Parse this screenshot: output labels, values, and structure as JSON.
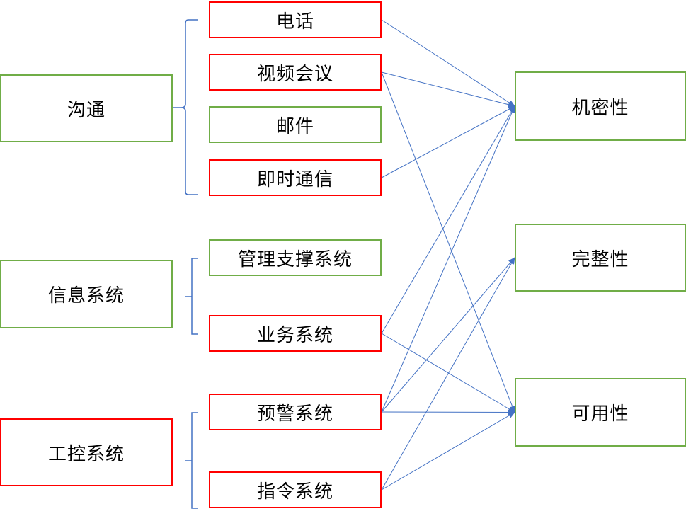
{
  "colors": {
    "ok_border": "#70ad47",
    "risk_border": "#ff0000",
    "connector": "#4472c4"
  },
  "categories": [
    {
      "id": "comm",
      "label": "沟通",
      "status": "ok"
    },
    {
      "id": "info",
      "label": "信息系统",
      "status": "ok"
    },
    {
      "id": "ics",
      "label": "工控系统",
      "status": "risk"
    }
  ],
  "items": [
    {
      "id": "phone",
      "label": "电话",
      "category": "comm",
      "status": "risk"
    },
    {
      "id": "video",
      "label": "视频会议",
      "category": "comm",
      "status": "risk"
    },
    {
      "id": "mail",
      "label": "邮件",
      "category": "comm",
      "status": "ok"
    },
    {
      "id": "im",
      "label": "即时通信",
      "category": "comm",
      "status": "risk"
    },
    {
      "id": "mgmt",
      "label": "管理支撑系统",
      "category": "info",
      "status": "ok"
    },
    {
      "id": "biz",
      "label": "业务系统",
      "category": "info",
      "status": "risk"
    },
    {
      "id": "alert",
      "label": "预警系统",
      "category": "ics",
      "status": "risk"
    },
    {
      "id": "cmd",
      "label": "指令系统",
      "category": "ics",
      "status": "risk"
    }
  ],
  "properties": [
    {
      "id": "conf",
      "label": "机密性"
    },
    {
      "id": "integ",
      "label": "完整性"
    },
    {
      "id": "avail",
      "label": "可用性"
    }
  ],
  "links": [
    {
      "from": "phone",
      "to": "conf"
    },
    {
      "from": "video",
      "to": "conf"
    },
    {
      "from": "video",
      "to": "avail"
    },
    {
      "from": "im",
      "to": "conf"
    },
    {
      "from": "biz",
      "to": "conf"
    },
    {
      "from": "biz",
      "to": "avail"
    },
    {
      "from": "alert",
      "to": "conf"
    },
    {
      "from": "alert",
      "to": "integ"
    },
    {
      "from": "alert",
      "to": "avail"
    },
    {
      "from": "cmd",
      "to": "integ"
    },
    {
      "from": "cmd",
      "to": "avail"
    }
  ]
}
